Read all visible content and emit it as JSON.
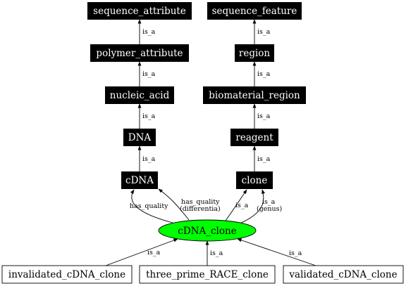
{
  "diagram": {
    "nodes": {
      "sequence_attribute": "sequence_attribute",
      "sequence_feature": "sequence_feature",
      "polymer_attribute": "polymer_attribute",
      "region": "region",
      "nucleic_acid": "nucleic_acid",
      "biomaterial_region": "biomaterial_region",
      "dna": "DNA",
      "reagent": "reagent",
      "cdna": "cDNA",
      "clone": "clone",
      "cdna_clone": "cDNA_clone",
      "invalidated_cdna_clone": "invalidated_cDNA_clone",
      "three_prime_race_clone": "three_prime_RACE_clone",
      "validated_cdna_clone": "validated_cDNA_clone"
    },
    "edge_labels": {
      "is_a": "is_a",
      "has_quality": "has_quality",
      "has_quality_line1": "has_quality",
      "has_quality_line2": "(differentia)",
      "is_a_genus_line1": "is_a",
      "is_a_genus_line2": "(genus)"
    },
    "colors": {
      "black_node": "#000000",
      "center_node": "#00ff00",
      "edge": "#000000"
    }
  }
}
